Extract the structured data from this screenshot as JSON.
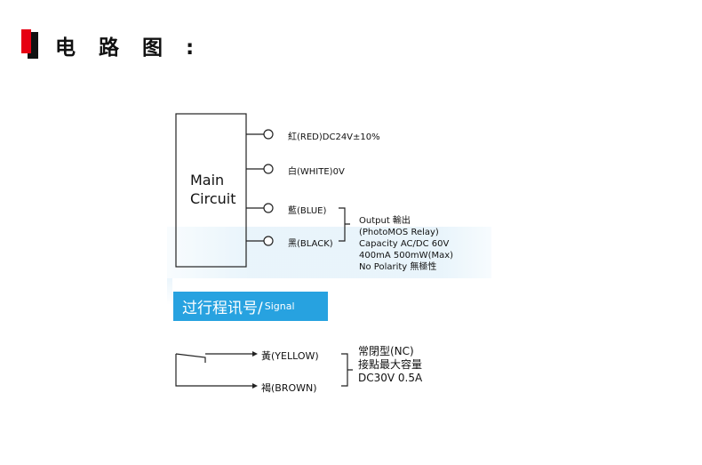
{
  "header": {
    "title": "电 路 图 :"
  },
  "main_block": {
    "line1": "Main",
    "line2": "Circuit"
  },
  "terminals": [
    {
      "label": "紅(RED)DC24V±10%"
    },
    {
      "label": "白(WHITE)0V"
    },
    {
      "label": "藍(BLUE)"
    },
    {
      "label": "黑(BLACK)"
    }
  ],
  "output_spec": [
    "Output 輸出",
    "(PhotoMOS Relay)",
    "Capacity AC/DC 60V",
    "400mA 500mW(Max)",
    "No Polarity 無極性"
  ],
  "signal_banner": {
    "zh": "过行程讯号/",
    "en": "Signal"
  },
  "switch": {
    "wires": [
      {
        "label": "黃(YELLOW)"
      },
      {
        "label": "褐(BROWN)"
      }
    ],
    "spec": [
      "常閉型(NC)",
      "接點最大容量",
      "DC30V 0.5A"
    ]
  },
  "colors": {
    "accent_red": "#e60012",
    "banner_blue": "#27a2e0"
  }
}
